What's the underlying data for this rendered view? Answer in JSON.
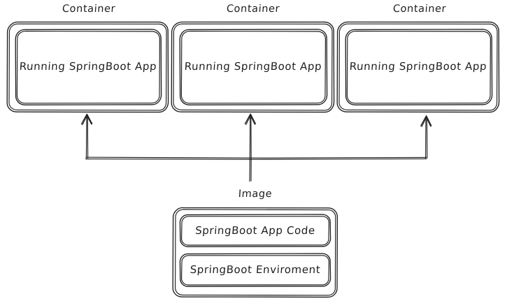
{
  "diagram": {
    "title_visible": false,
    "style": "hand-drawn-sketch",
    "stroke_color": "#1e1e1e",
    "background_color": "#ffffff",
    "containers": [
      {
        "caption": "Container",
        "body_label": "Running SpringBoot App"
      },
      {
        "caption": "Container",
        "body_label": "Running SpringBoot App"
      },
      {
        "caption": "Container",
        "body_label": "Running SpringBoot App"
      }
    ],
    "image_group": {
      "caption": "Image",
      "layers": [
        {
          "label": "SpringBoot App Code"
        },
        {
          "label": "SpringBoot Enviroment"
        }
      ]
    },
    "connectors": {
      "description": "arrows from Image up to each Container",
      "arrow_count": 3,
      "direction": "up"
    }
  }
}
